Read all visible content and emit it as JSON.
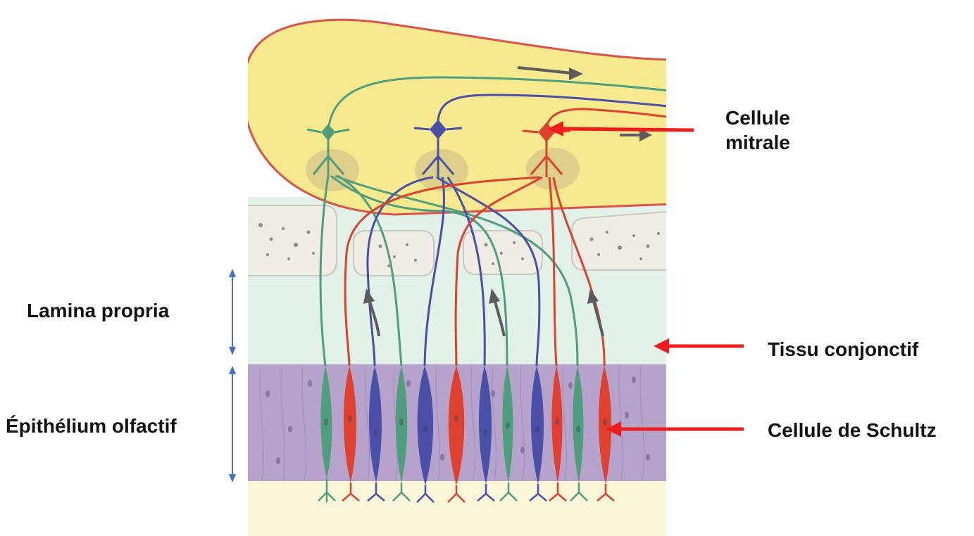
{
  "labels": {
    "cellule_mitrale_line1": "Cellule",
    "cellule_mitrale_line2": "mitrale",
    "lamina_propria": "Lamina propria",
    "epithelium_olfactif": "Épithélium olfactif",
    "tissu_conjonctif": "Tissu conjonctif",
    "cellule_de_schultz": "Cellule de Schultz"
  },
  "colors": {
    "bulb_fill": "#f6e98e",
    "bulb_outline": "#d9534a",
    "lamina_fill": "#e3f2e9",
    "epithelium_fill": "#b6a3cc",
    "bone_fill": "#efede6",
    "glomerulus_fill": "#dccf8a",
    "neuron_green": "#4f9e7d",
    "neuron_blue": "#4a4fa8",
    "neuron_red": "#e0402e",
    "pointer_arrow": "#ee1c1c",
    "span_arrow": "#4472c4",
    "flow_arrow": "#5c5c5c",
    "mucus_fill": "#f9f6da"
  },
  "icons": [
    "flow-arrow",
    "pointer-arrow",
    "double-headed-arrow"
  ]
}
